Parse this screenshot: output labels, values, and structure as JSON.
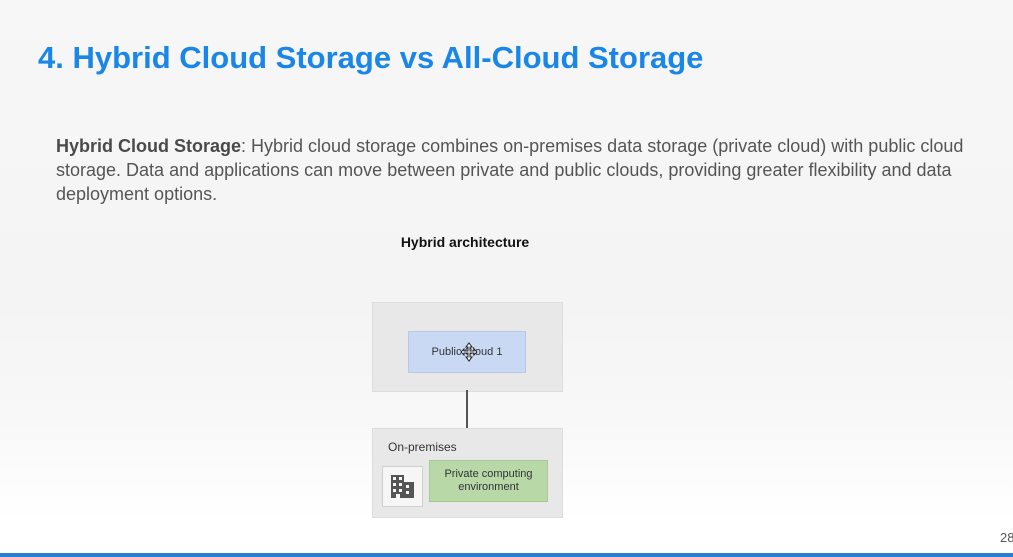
{
  "slide": {
    "title": "4. Hybrid Cloud Storage vs All-Cloud Storage",
    "body": {
      "term": "Hybrid Cloud Storage",
      "text": ": Hybrid cloud storage combines on-premises data storage (private cloud) with public cloud storage. Data and applications can move between private and public clouds, providing greater flexibility and data deployment options."
    },
    "diagram": {
      "title": "Hybrid architecture",
      "public_cloud_label": "Public Cloud 1",
      "on_premises_label": "On-premises",
      "private_env_label": "Private computing environment",
      "building_icon": "building-icon"
    },
    "page_number": "28"
  },
  "colors": {
    "title": "#1a86e8",
    "public_cloud_fill": "#c9d9f4",
    "private_env_fill": "#b8d8a8",
    "container_fill": "#e8e8e8",
    "bottom_bar": "#2a7bd6"
  },
  "cursor": "move-cursor-icon"
}
